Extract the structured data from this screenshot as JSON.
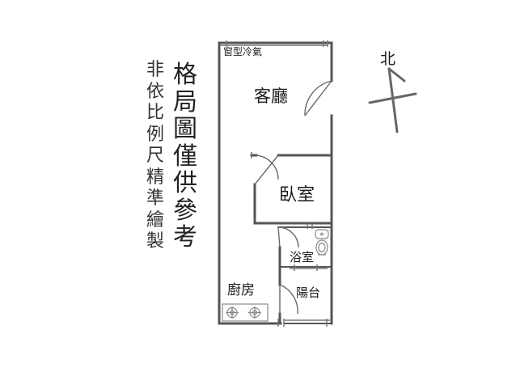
{
  "disclaimer": {
    "small": [
      "非",
      "依",
      "比",
      "例",
      "尺",
      "精",
      "準",
      "繪",
      "製"
    ],
    "large": [
      "格",
      "局",
      "圖",
      "僅",
      "供",
      "參",
      "考"
    ]
  },
  "compass": {
    "north_label": "北"
  },
  "rooms": {
    "window_ac": "窗型冷氣",
    "living_room": "客廳",
    "bedroom": "臥室",
    "bathroom": "浴室",
    "kitchen": "廚房",
    "balcony": "陽台"
  },
  "colors": {
    "wall": "#555555",
    "door": "#6a6a6a",
    "fixture": "#888888"
  }
}
